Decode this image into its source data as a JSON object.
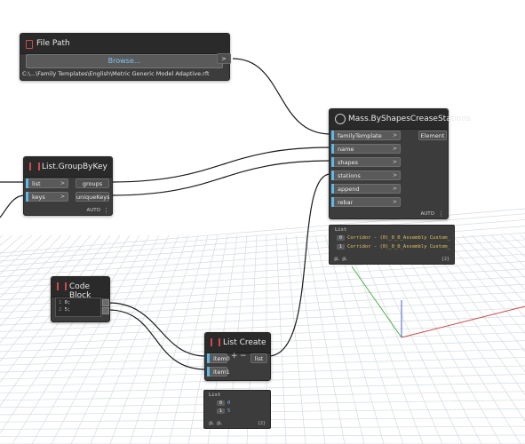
{
  "colors": {
    "node_body": "#3c3c3c",
    "node_header": "#2a2a2a",
    "port_bar": "#5fb8e6",
    "wire": "#1a1a1a",
    "grid_line": "#d4dbe0",
    "axis_x": "#c84b4b",
    "axis_y": "#4bb04b",
    "axis_z": "#4b5fc8",
    "watch_value": "#e2c35a"
  },
  "file_path": {
    "title": "File Path",
    "icon": "file-icon",
    "browse_label": "Browse...",
    "out_arrow": ">",
    "path": "C:\\...\\Family Templates\\English\\Metric Generic Model Adaptive.rft"
  },
  "mass": {
    "title": "Mass.ByShapesCreaseStations",
    "icon": "mass-icon",
    "inputs": [
      "familyTemplate",
      "name",
      "shapes",
      "stations",
      "append",
      "rebar"
    ],
    "output": "Element",
    "lacing": "AUTO",
    "menu": "⋮"
  },
  "mass_watch": {
    "header": "List",
    "rows": [
      {
        "index": "0",
        "value": "Corridor - (0)_0_0_Assembly Custom_"
      },
      {
        "index": "1",
        "value": "Corridor - (0)_0_0_Assembly Custom_"
      }
    ],
    "footer_left": "@L @L",
    "footer_right": "{2}"
  },
  "group_by_key": {
    "title": "List.GroupByKey",
    "icon": "list-group-icon",
    "inputs": [
      "list",
      "keys"
    ],
    "outputs": [
      "groups",
      "uniqueKeys"
    ],
    "lacing": "AUTO",
    "menu": "⋮"
  },
  "code_block": {
    "title": "Code Block",
    "icon": "code-block-icon",
    "lines": [
      {
        "number": "1",
        "code": "0;"
      },
      {
        "number": "2",
        "code": "5;"
      }
    ]
  },
  "list_create": {
    "title": "List Create",
    "icon": "list-create-icon",
    "inputs": [
      "item0",
      "item1"
    ],
    "add_label": "+",
    "remove_label": "−",
    "output": "list"
  },
  "list_watch": {
    "header": "List",
    "rows": [
      {
        "index": "0",
        "value": "0"
      },
      {
        "index": "1",
        "value": "5"
      }
    ],
    "footer_left": "@L @L",
    "footer_right": "{2}"
  }
}
